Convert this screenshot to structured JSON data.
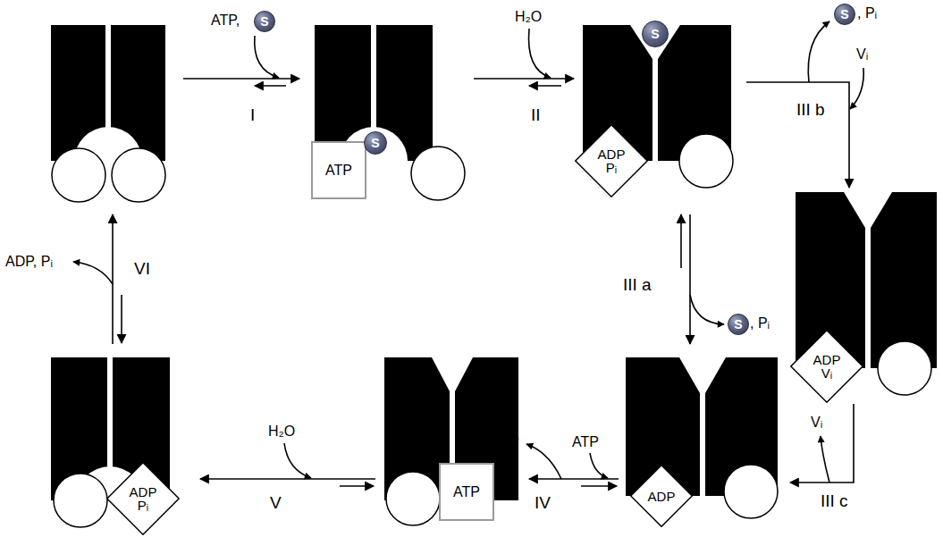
{
  "diagram": {
    "nodes": [
      {
        "text": [
          "S"
        ]
      },
      {
        "text": [
          "ATP"
        ]
      },
      {
        "text": [
          "S"
        ]
      },
      {
        "text": [
          "S"
        ]
      },
      {
        "text": [
          "ADP Pᵢ"
        ]
      },
      {
        "text": [
          "S"
        ]
      },
      {
        "text": [
          "ADP Vᵢ"
        ]
      },
      {
        "text": [
          "S"
        ]
      },
      {
        "text": [
          "ADP Pᵢ"
        ]
      },
      {
        "text": [
          "ATP"
        ]
      },
      {
        "text": [
          "ADP"
        ]
      }
    ],
    "labels": [
      "ATP,",
      "I",
      "H₂O",
      "II",
      ", Pᵢ",
      "Vᵢ",
      "III b",
      "III a",
      ", Pᵢ",
      "Vᵢ",
      "III c",
      "ADP",
      "ATP",
      "IV",
      "H₂O",
      "V",
      "ADP, Pᵢ",
      "VI"
    ]
  }
}
